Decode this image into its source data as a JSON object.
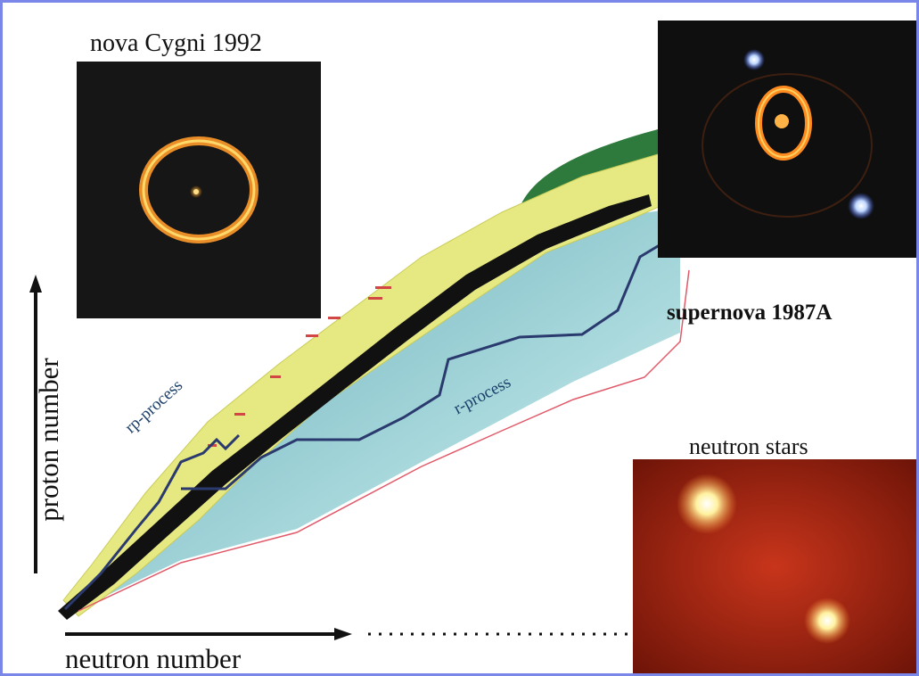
{
  "labels": {
    "nova": "nova Cygni 1992",
    "supernova": "supernova 1987A",
    "neutron_stars": "neutron stars",
    "x_axis": "neutron number",
    "y_axis": "proton number",
    "rp_process": "rp-process",
    "r_process": "r-process"
  },
  "colors": {
    "frame": "#7a86e8",
    "stable_nuclei": "#111111",
    "known_nuclei": "#e6e882",
    "neutron_rich_region": "#7fc0c8",
    "heavy_region": "#2e7a3d",
    "process_path": "#2a3a6e",
    "drip_line": "#e05a6a"
  },
  "images": [
    {
      "name": "nova-cygni-image",
      "description_icon": "ring-nebula-icon"
    },
    {
      "name": "supernova-image",
      "description_icon": "ring-supernova-icon"
    },
    {
      "name": "neutron-stars-image",
      "description_icon": "glowing-stars-icon"
    }
  ]
}
